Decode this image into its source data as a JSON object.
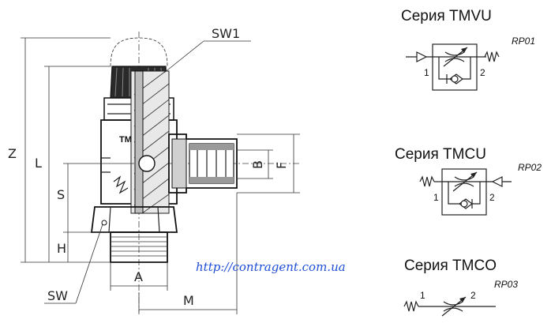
{
  "drawing": {
    "dimensions": {
      "sw1": "SW1",
      "z": "Z",
      "l": "L",
      "s": "S",
      "h": "H",
      "b": "B",
      "f": "F",
      "a": "A",
      "m": "M",
      "sw": "SW"
    },
    "body_marking": "TM"
  },
  "url": "http://contragent.com.ua",
  "symbols": [
    {
      "title": "Серия TMVU",
      "code": "RP01",
      "port_left": "1",
      "port_right": "2"
    },
    {
      "title": "Серия TMCU",
      "code": "RP02",
      "port_left": "1",
      "port_right": "2"
    },
    {
      "title": "Серия TMCO",
      "code": "RP03",
      "port_left": "1",
      "port_right": "2"
    }
  ],
  "colors": {
    "line": "#222222",
    "url": "#1f4fd8",
    "background": "#ffffff"
  }
}
